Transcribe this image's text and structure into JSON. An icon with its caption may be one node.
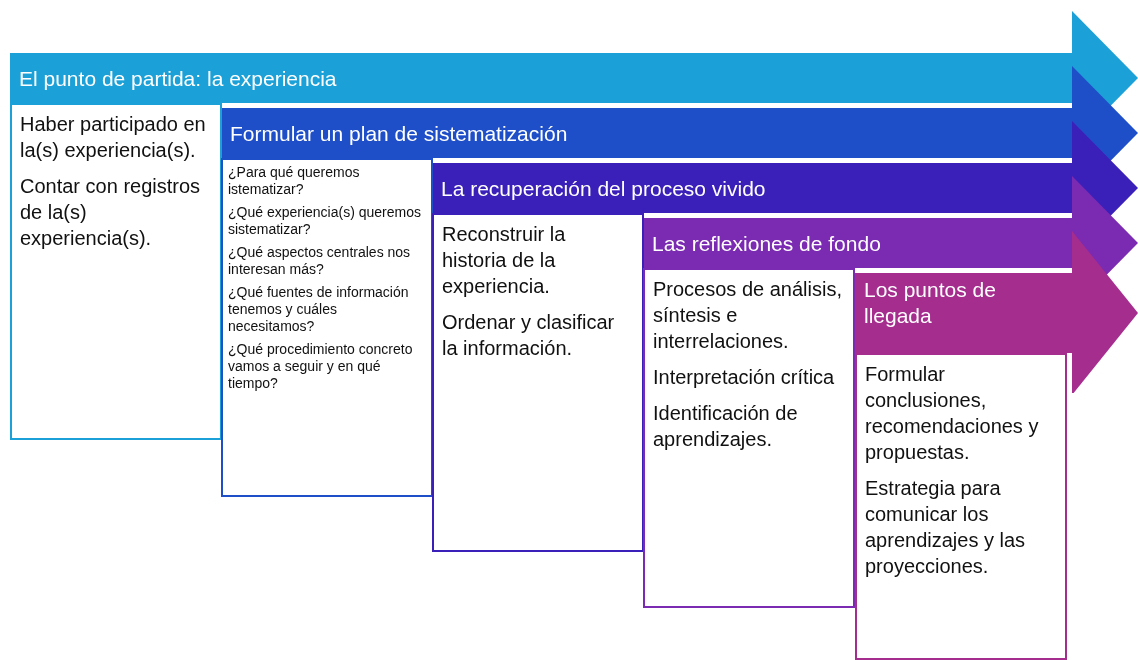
{
  "diagram": {
    "nodes": [
      {
        "text": [
          "El punto de partida: la experiencia"
        ]
      },
      {
        "text": [
          "Haber participado en la(s) experiencia(s).",
          "Contar con registros de la(s) experiencia(s)."
        ]
      },
      {
        "text": [
          "Formular un plan de sistematización"
        ]
      },
      {
        "text": [
          "¿Para qué queremos istematizar?",
          "¿Qué experiencia(s) queremos sistematizar?",
          "¿Qué aspectos centrales nos interesan más?",
          "¿Qué fuentes de información tenemos y cuáles necesitamos?",
          "¿Qué procedimiento concreto vamos a seguir y en qué tiempo?"
        ]
      },
      {
        "text": [
          "La recuperación del proceso vivido"
        ]
      },
      {
        "text": [
          "Reconstruir la historia de la experiencia.",
          "Ordenar y clasificar la información."
        ]
      },
      {
        "text": [
          "Las reflexiones de fondo"
        ]
      },
      {
        "text": [
          "Procesos de análisis, síntesis e interrelaciones.",
          "Interpretación crítica",
          "Identificación de aprendizajes."
        ]
      },
      {
        "text": [
          "Los puntos de llegada"
        ]
      },
      {
        "text": [
          "Formular conclusiones, recomendaciones y propuestas.",
          "Estrategia para comunicar los aprendizajes y las proyecciones."
        ]
      }
    ]
  }
}
